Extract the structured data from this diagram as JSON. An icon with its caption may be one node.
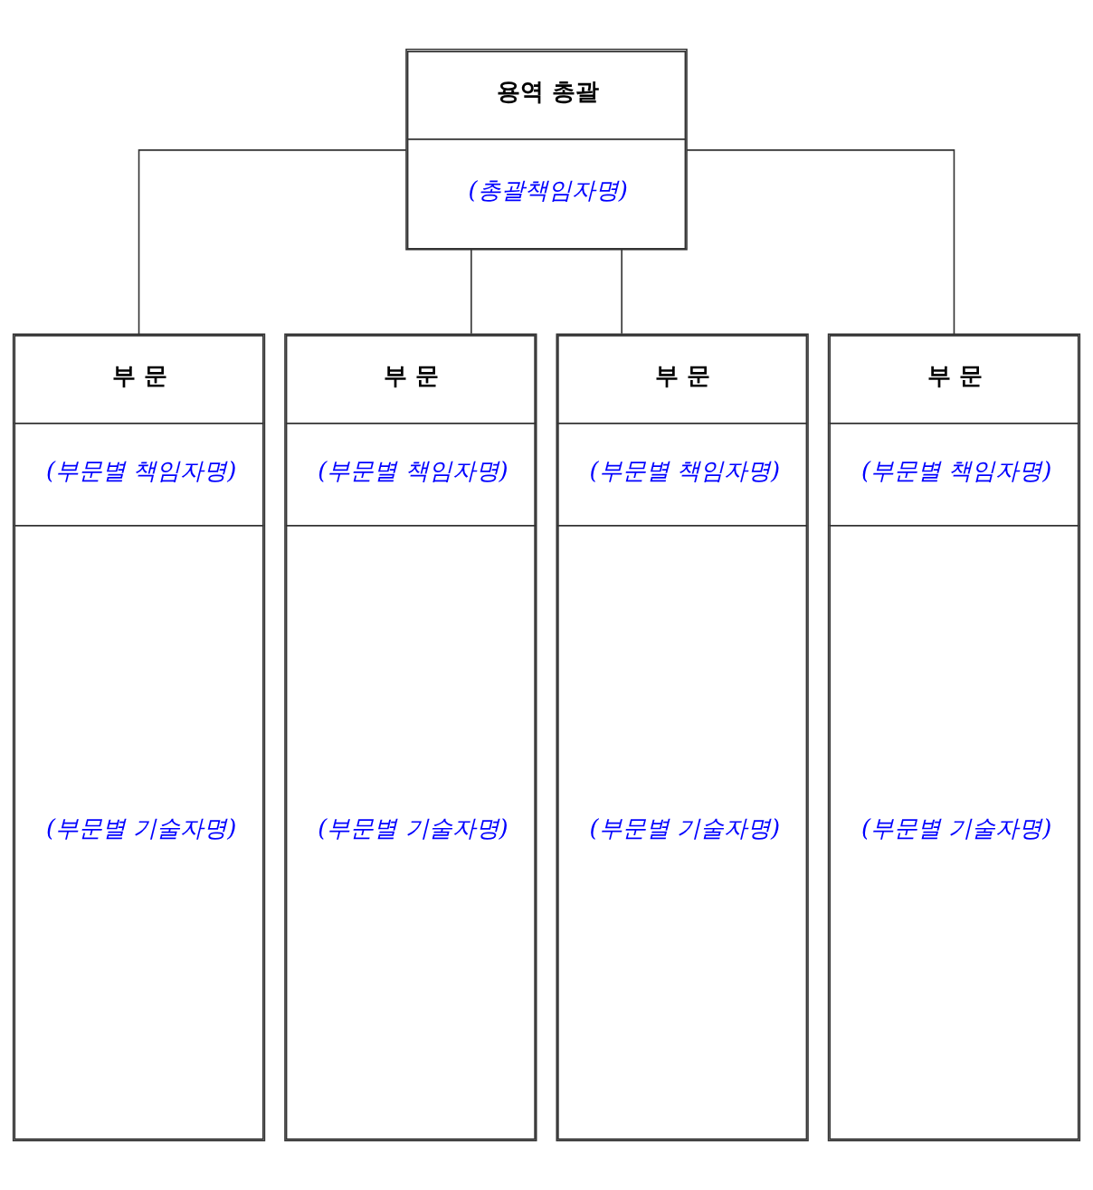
{
  "diagram": {
    "nodes": [
      {
        "text": [
          "용역 총괄",
          "(총괄책임자명)"
        ]
      },
      {
        "text": [
          "부 문",
          "(부문별 책임자명)",
          "(부문별 기술자명)"
        ]
      },
      {
        "text": [
          "부 문",
          "(부문별 책임자명)",
          "(부문별 기술자명)"
        ]
      },
      {
        "text": [
          "부 문",
          "(부문별 책임자명)",
          "(부문별 기술자명)"
        ]
      },
      {
        "text": [
          "부 문",
          "(부문별 책임자명)",
          "(부문별 기술자명)"
        ]
      }
    ],
    "edges": [
      {
        "from": 0,
        "to": 1,
        "arrow": "none"
      },
      {
        "from": 0,
        "to": 2,
        "arrow": "none"
      },
      {
        "from": 0,
        "to": 3,
        "arrow": "none"
      },
      {
        "from": 0,
        "to": 4,
        "arrow": "none"
      }
    ]
  }
}
